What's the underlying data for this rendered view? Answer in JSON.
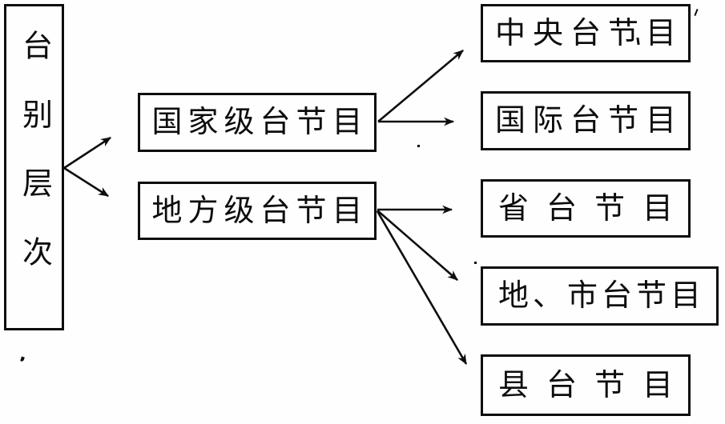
{
  "diagram": {
    "type": "hierarchy-flowchart",
    "root": {
      "id": "root",
      "label": "台别层次"
    },
    "level1": [
      {
        "id": "national",
        "label": "国家级台节目"
      },
      {
        "id": "local",
        "label": "地方级台节目"
      }
    ],
    "level2": [
      {
        "id": "central",
        "label": "中央台节目"
      },
      {
        "id": "international",
        "label": "国际台节目"
      },
      {
        "id": "province",
        "label": "省台节目"
      },
      {
        "id": "city",
        "label": "地、市台节目"
      },
      {
        "id": "county",
        "label": "县台节目"
      }
    ],
    "edges": [
      {
        "from": "root",
        "to": "national"
      },
      {
        "from": "root",
        "to": "local"
      },
      {
        "from": "national",
        "to": "central"
      },
      {
        "from": "national",
        "to": "international"
      },
      {
        "from": "local",
        "to": "province"
      },
      {
        "from": "local",
        "to": "city"
      },
      {
        "from": "local",
        "to": "county"
      }
    ]
  },
  "colors": {
    "ink": "#0d0d0d",
    "paper": "#fefefe"
  }
}
